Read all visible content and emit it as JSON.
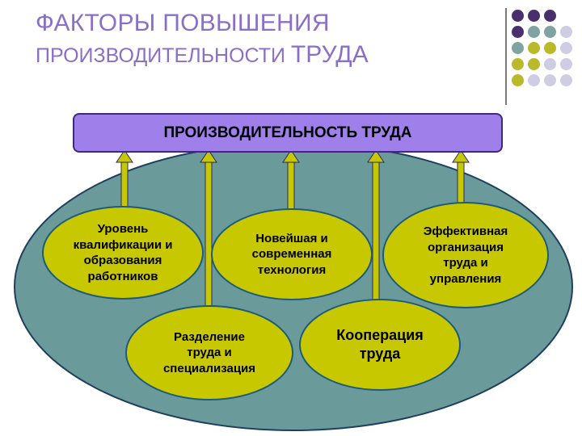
{
  "title": {
    "line1": "ФАКТОРЫ ПОВЫШЕНИЯ",
    "line2_small": "ПРОИЗВОДИТЕЛЬНОСТИ ",
    "line2_big": "ТРУДА"
  },
  "diagram": {
    "central_label": "ПРОИЗВОДИТЕЛЬНОСТЬ ТРУДА",
    "factors": {
      "f1": "Уровень\nквалификации и\nобразования\nработников",
      "f2": "Новейшая и\nсовременная\nтехнология",
      "f3": "Эффективная\nорганизация\nтруда и\nуправления",
      "f4": "Разделение\nтруда и\nспециализация",
      "f5": "Кооперация\nтруда"
    }
  },
  "colors": {
    "title": "#8a6fc9",
    "header_box": "#9f7fea",
    "oval": "#6a9a9a",
    "factor_bubble": "#c8c800",
    "arrow": "#c8c800",
    "dot_purple": "#4a2f6e",
    "dot_teal": "#7fa3a3",
    "dot_olive": "#b9b92a",
    "dot_lavender": "#cfcde3"
  }
}
